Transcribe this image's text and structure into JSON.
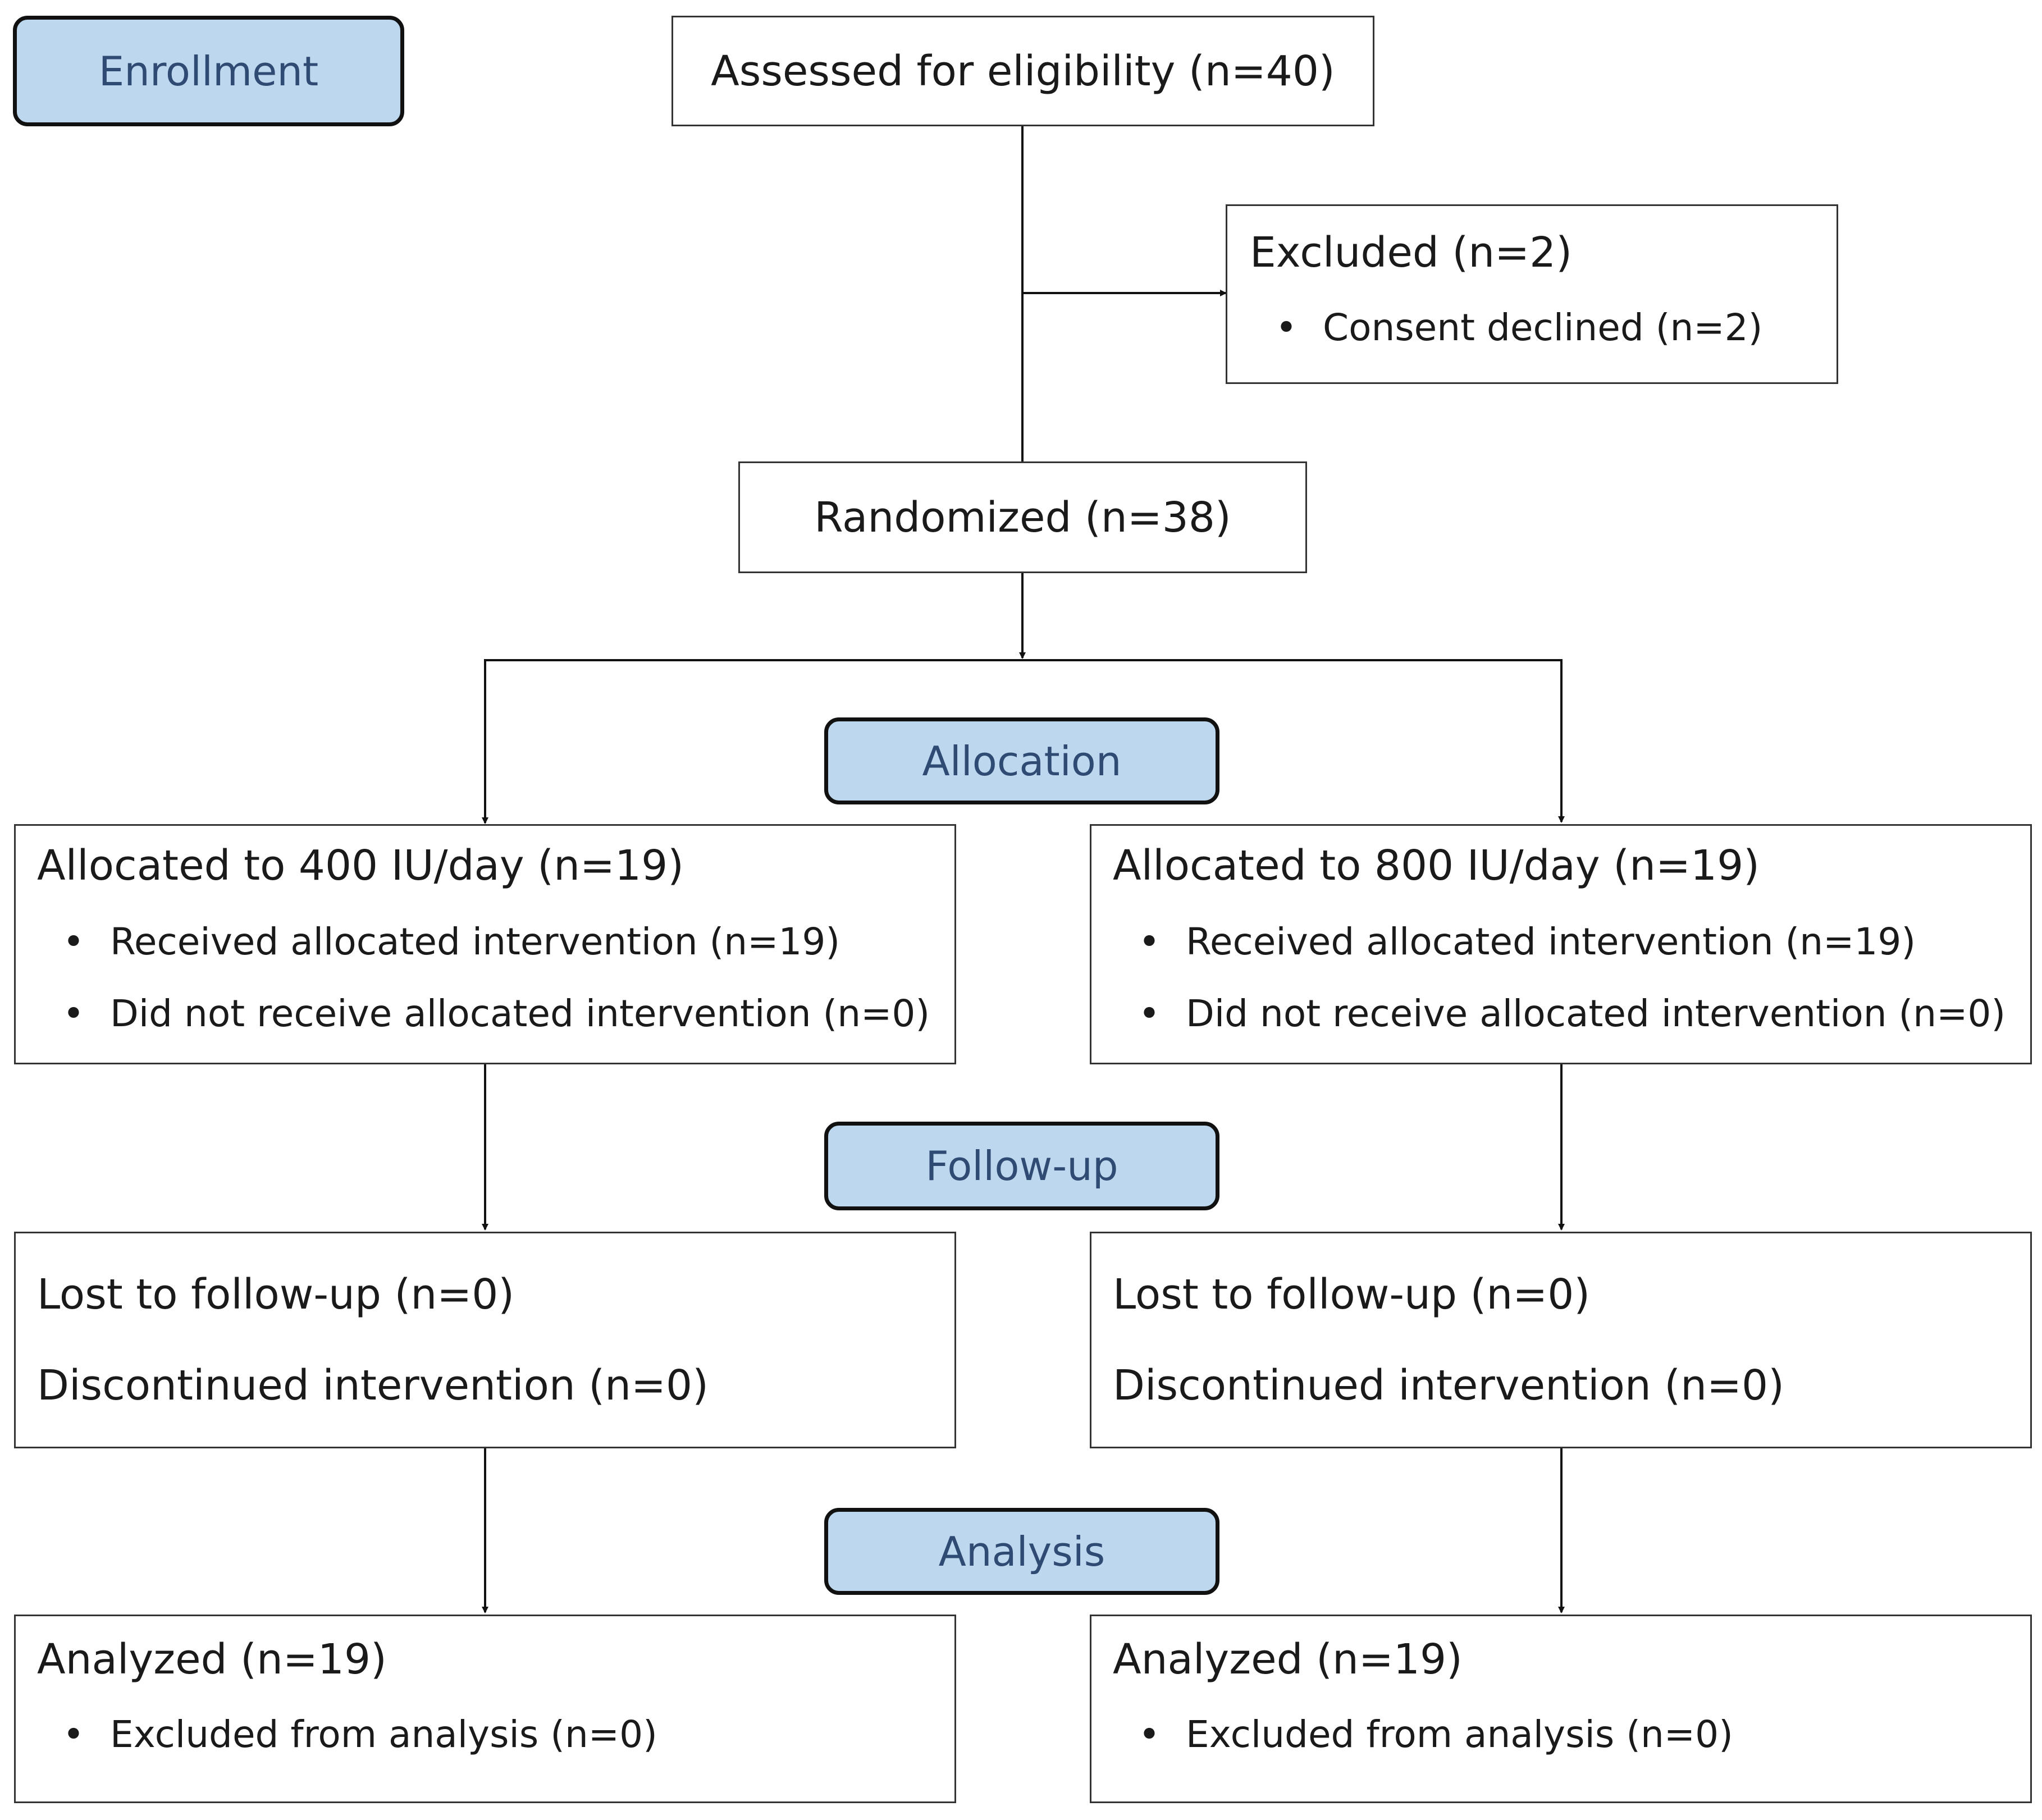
{
  "colors": {
    "stage_fill": "#bdd7ee",
    "stage_text": "#2f4a73",
    "line": "#111111"
  },
  "stages": {
    "enrollment": "Enrollment",
    "allocation": "Allocation",
    "followup": "Follow-up",
    "analysis": "Analysis"
  },
  "enrollment": {
    "assessed": "Assessed for eligibility (n=40)",
    "excluded": {
      "title": "Excluded (n=2)",
      "items": [
        "Consent declined (n=2)"
      ]
    },
    "randomized": "Randomized (n=38)"
  },
  "arms": [
    {
      "allocated": "Allocated to 400 IU/day (n=19)",
      "received": "Received allocated intervention (n=19)",
      "not_received": "Did not receive allocated intervention (n=0)",
      "lost": "Lost to follow-up (n=0)",
      "discontinued": "Discontinued intervention (n=0)",
      "analyzed": "Analyzed (n=19)",
      "excluded_analysis": "Excluded from analysis (n=0)"
    },
    {
      "allocated": "Allocated to 800 IU/day (n=19)",
      "received": "Received allocated intervention (n=19)",
      "not_received": "Did not receive allocated intervention (n=0)",
      "lost": "Lost to follow-up (n=0)",
      "discontinued": "Discontinued intervention (n=0)",
      "analyzed": "Analyzed (n=19)",
      "excluded_analysis": "Excluded from analysis (n=0)"
    }
  ]
}
